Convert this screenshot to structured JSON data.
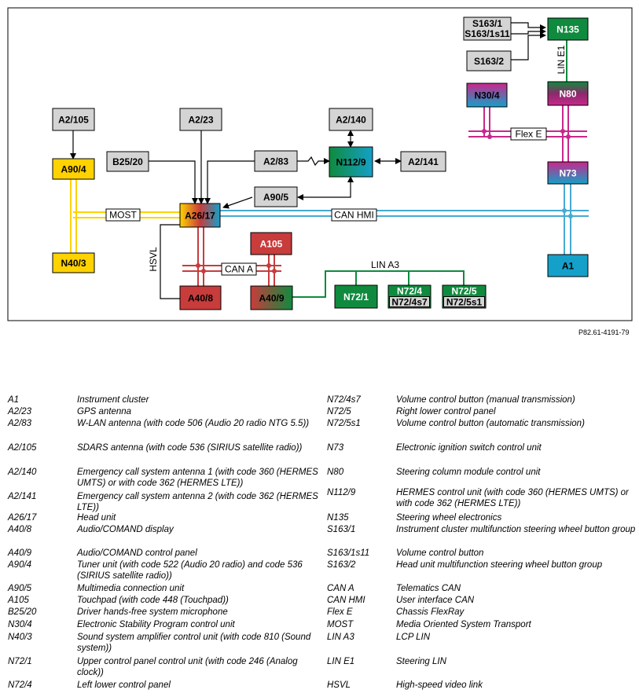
{
  "diagram": {
    "boxes": [
      {
        "id": "s163_1",
        "label": "S163/1",
        "label2": "S163/1s11"
      },
      {
        "id": "s163_2",
        "label": "S163/2"
      },
      {
        "id": "n135",
        "label": "N135"
      },
      {
        "id": "n30_4",
        "label": "N30/4"
      },
      {
        "id": "n80",
        "label": "N80"
      },
      {
        "id": "n73",
        "label": "N73"
      },
      {
        "id": "a1",
        "label": "A1"
      },
      {
        "id": "a2_105",
        "label": "A2/105"
      },
      {
        "id": "a90_4",
        "label": "A90/4"
      },
      {
        "id": "n40_3",
        "label": "N40/3"
      },
      {
        "id": "a2_23",
        "label": "A2/23"
      },
      {
        "id": "b25_20",
        "label": "B25/20"
      },
      {
        "id": "a2_83",
        "label": "A2/83"
      },
      {
        "id": "a2_140",
        "label": "A2/140"
      },
      {
        "id": "n112_9",
        "label": "N112/9"
      },
      {
        "id": "a2_141",
        "label": "A2/141"
      },
      {
        "id": "a90_5",
        "label": "A90/5"
      },
      {
        "id": "a26_17",
        "label": "A26/17"
      },
      {
        "id": "a105",
        "label": "A105"
      },
      {
        "id": "a40_8",
        "label": "A40/8"
      },
      {
        "id": "a40_9",
        "label": "A40/9"
      },
      {
        "id": "n72_1",
        "label": "N72/1"
      },
      {
        "id": "n72_4",
        "label": "N72/4",
        "label2": "N72/4s7"
      },
      {
        "id": "n72_5",
        "label": "N72/5",
        "label2": "N72/5s1"
      }
    ],
    "bus_labels": {
      "most": "MOST",
      "can_hmi": "CAN HMI",
      "can_a": "CAN A",
      "hsvl": "HSVL",
      "lin_a3": "LIN A3",
      "lin_e1": "LIN E1",
      "flex_e": "Flex E"
    },
    "colors": {
      "gray": "#d4d4d4",
      "yellow": "#ffd200",
      "green": "#108a3e",
      "red": "#c83c3c",
      "blue": "#14a0c8",
      "magenta": "#c8288c",
      "most": "#ffd200",
      "can_hmi": "#46aad2",
      "can_a": "#c83c3c",
      "lin": "#108a3e",
      "flex": "#c8288c"
    }
  },
  "figure_ref": "P82.61-4191-79",
  "legend": {
    "left": [
      {
        "code": "A1",
        "desc": "Instrument cluster"
      },
      {
        "code": "A2/23",
        "desc": "GPS antenna"
      },
      {
        "code": "A2/83",
        "desc": "W-LAN antenna (with code 506 (Audio 20 radio NTG 5.5))"
      },
      {
        "code": "A2/105",
        "desc": "SDARS antenna (with code 536 (SIRIUS satellite radio))"
      },
      {
        "code": "A2/140",
        "desc": "Emergency call system antenna 1 (with code 360 (HERMES UMTS) or with code 362 (HERMES LTE))"
      },
      {
        "code": "A2/141",
        "desc": "Emergency call system antenna 2 (with code 362 (HERMES LTE))"
      },
      {
        "code": "A26/17",
        "desc": "Head unit"
      },
      {
        "code": "A40/8",
        "desc": "Audio/COMAND display"
      },
      {
        "code": "A40/9",
        "desc": "Audio/COMAND control panel"
      },
      {
        "code": "A90/4",
        "desc": "Tuner unit (with code 522 (Audio 20 radio) and code 536 (SIRIUS satellite radio))"
      },
      {
        "code": "A90/5",
        "desc": "Multimedia connection unit"
      },
      {
        "code": "A105",
        "desc": "Touchpad (with code 448 (Touchpad))"
      },
      {
        "code": "B25/20",
        "desc": "Driver hands-free system microphone"
      },
      {
        "code": "N30/4",
        "desc": "Electronic Stability Program control unit"
      },
      {
        "code": "N40/3",
        "desc": "Sound system amplifier control unit (with code 810 (Sound system))"
      },
      {
        "code": "N72/1",
        "desc": "Upper control panel control unit (with code 246 (Analog clock))"
      },
      {
        "code": "N72/4",
        "desc": "Left lower control panel"
      }
    ],
    "right": [
      {
        "code": "N72/4s7",
        "desc": "Volume control button (manual transmission)"
      },
      {
        "code": "N72/5",
        "desc": "Right lower control panel"
      },
      {
        "code": "N72/5s1",
        "desc": "Volume control button (automatic transmission)"
      },
      {
        "code": "N73",
        "desc": "Electronic ignition switch control unit"
      },
      {
        "code": "N80",
        "desc": "Steering column module control unit"
      },
      {
        "code": "N112/9",
        "desc": "HERMES control unit (with code 360 (HERMES UMTS) or with code 362 (HERMES LTE))"
      },
      {
        "code": "N135",
        "desc": "Steering wheel electronics"
      },
      {
        "code": "S163/1",
        "desc": "Instrument cluster multifunction steering wheel button group"
      },
      {
        "code": "S163/1s11",
        "desc": "Volume control button"
      },
      {
        "code": "S163/2",
        "desc": "Head unit multifunction steering wheel button group"
      },
      {
        "code": "CAN A",
        "desc": "Telematics CAN"
      },
      {
        "code": "CAN HMI",
        "desc": "User interface CAN"
      },
      {
        "code": "Flex E",
        "desc": "Chassis FlexRay"
      },
      {
        "code": "MOST",
        "desc": "Media Oriented System Transport"
      },
      {
        "code": "LIN A3",
        "desc": "LCP LIN"
      },
      {
        "code": "LIN E1",
        "desc": "Steering LIN"
      },
      {
        "code": "HSVL",
        "desc": "High-speed video link"
      }
    ]
  }
}
